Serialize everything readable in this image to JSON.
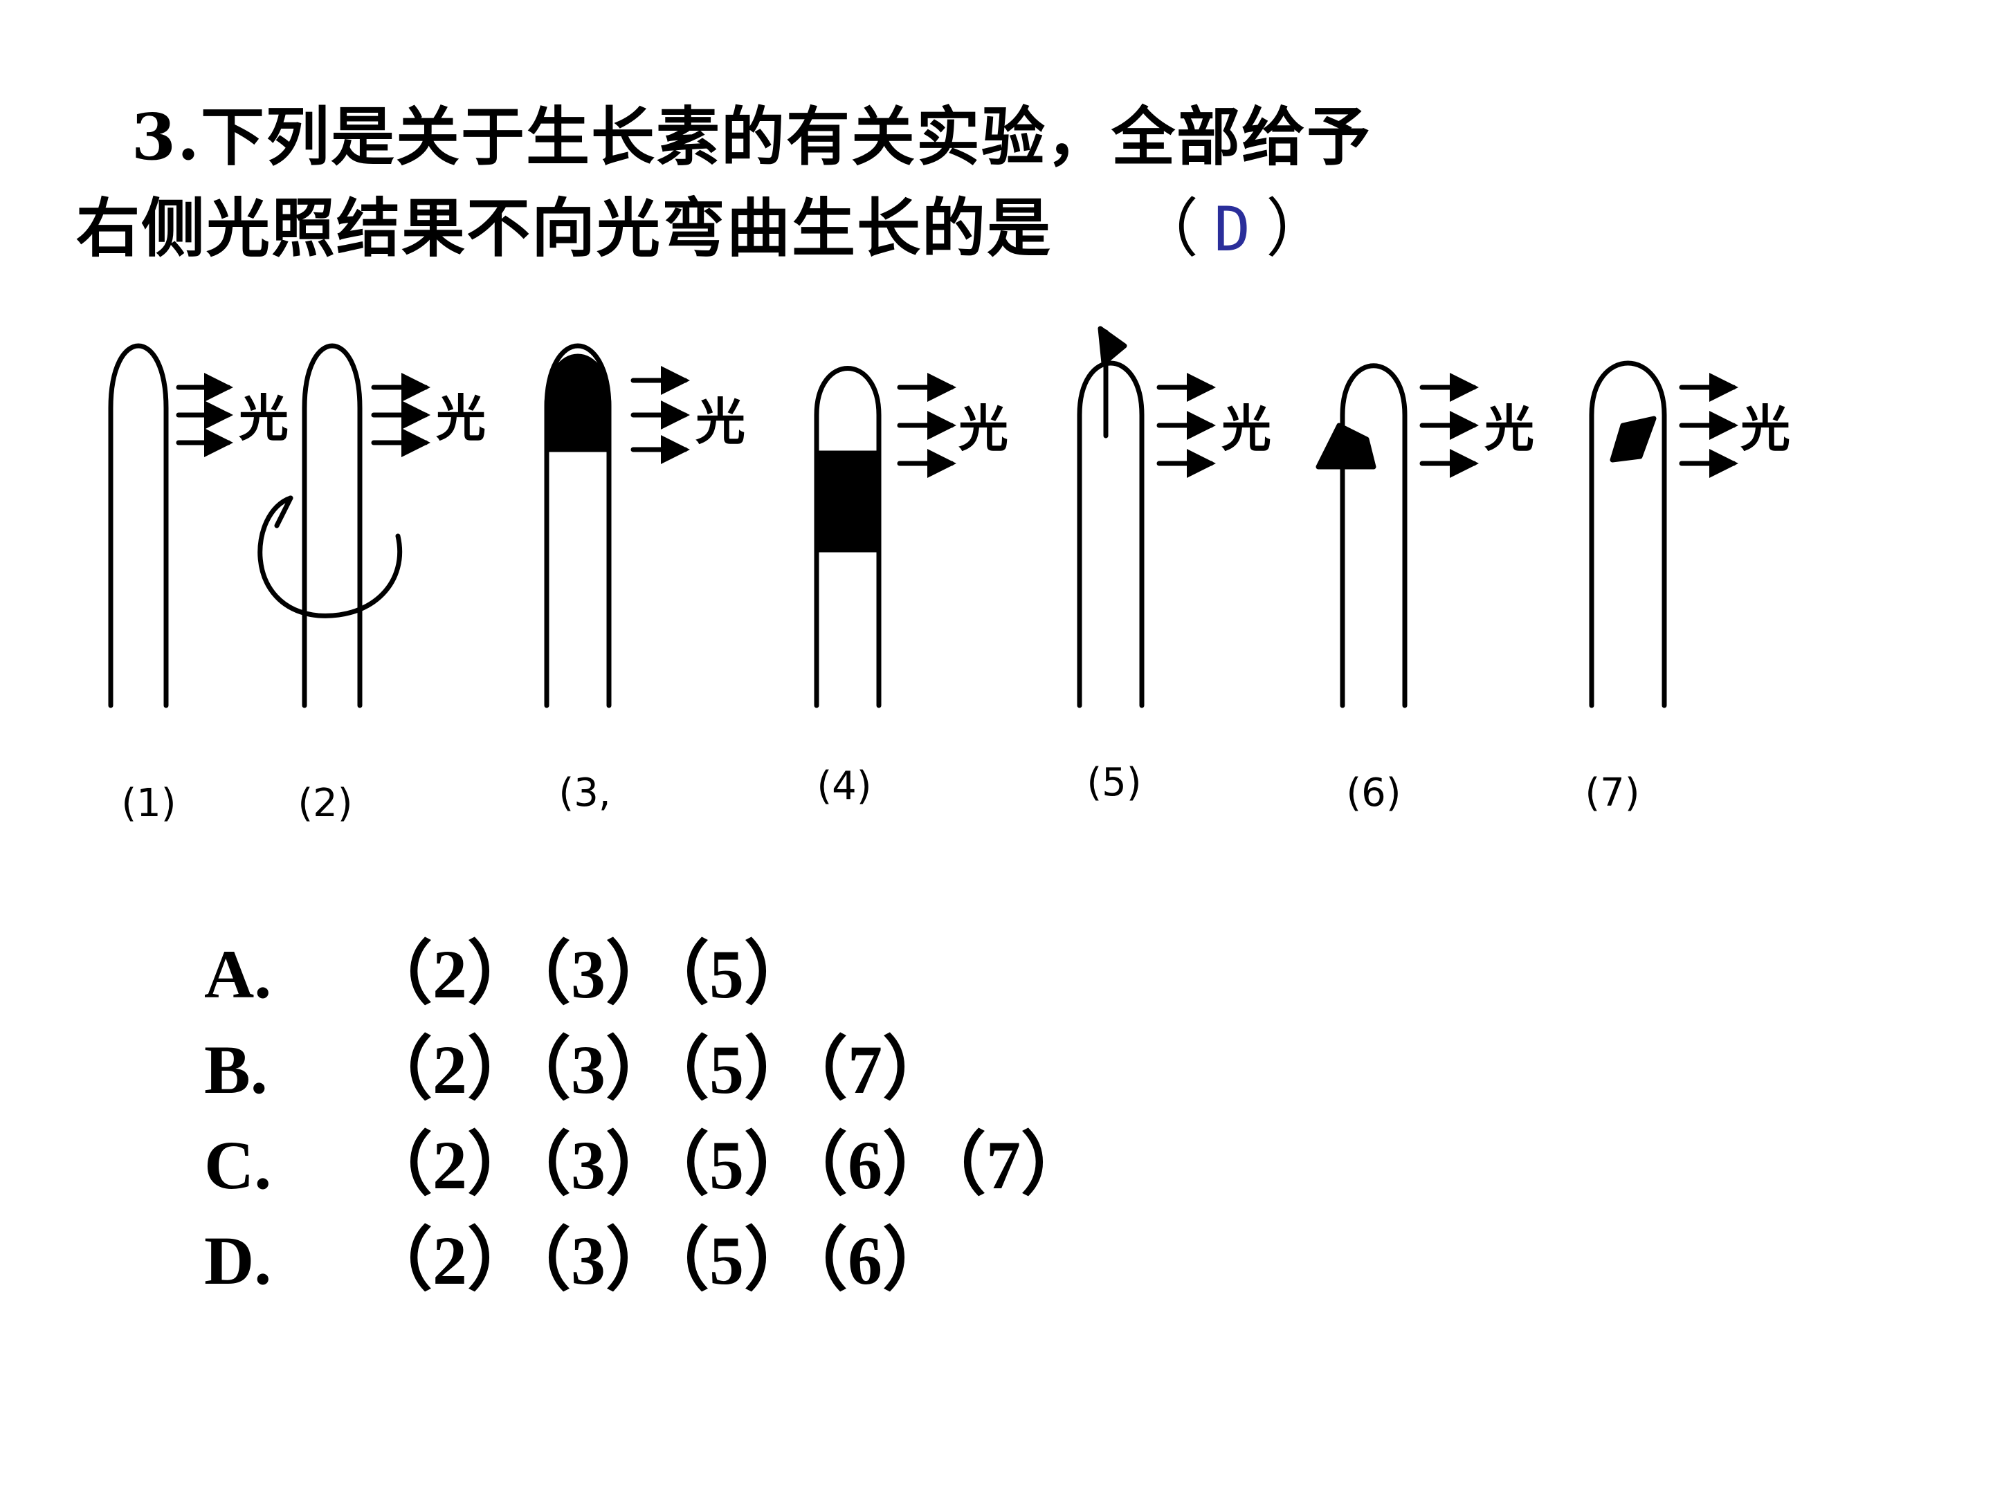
{
  "question": {
    "line1": "3.下列是关于生长素的有关实验，全部给予",
    "line2": "右侧光照结果不向光弯曲生长的是",
    "paren_open": "（",
    "answer": "D",
    "paren_close": "）"
  },
  "figure": {
    "light_label": "光",
    "panel_labels": [
      "(1)",
      "(2)",
      "(3,",
      "(4)",
      "(5)",
      "(6)",
      "(7)"
    ]
  },
  "options": [
    {
      "letter": "A.",
      "text": "（2）（3）（5）"
    },
    {
      "letter": "B.",
      "text": "（2）（3）（5）（7）"
    },
    {
      "letter": "C.",
      "text": "（2）（3）（5）（6）（7）"
    },
    {
      "letter": "D.",
      "text": "（2）（3）（5）（6）"
    }
  ]
}
